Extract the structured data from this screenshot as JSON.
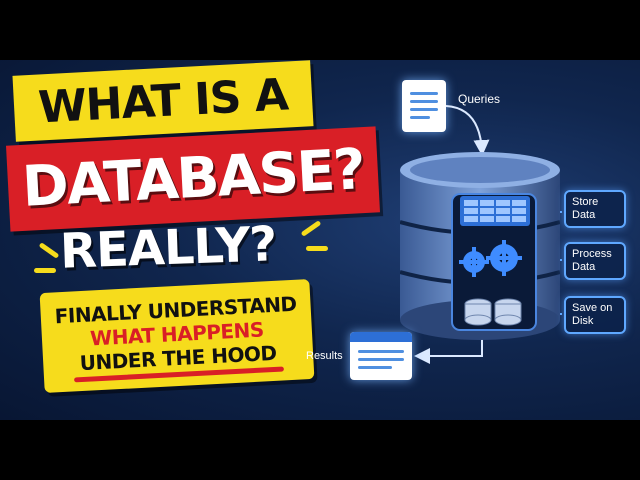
{
  "headline": {
    "line1": "WHAT IS A",
    "line2": "DATABASE?",
    "line3": "REALLY?"
  },
  "banner": {
    "line1": "FINALLY UNDERSTAND",
    "line2": "WHAT HAPPENS",
    "line3": "UNDER THE HOOD"
  },
  "diagram": {
    "input_label": "Queries",
    "output_label": "Results",
    "steps": [
      {
        "line1": "Store",
        "line2": "Data"
      },
      {
        "line1": "Process",
        "line2": "Data"
      },
      {
        "line1": "Save on",
        "line2": "Disk"
      }
    ]
  },
  "colors": {
    "accent_yellow": "#f6dc1c",
    "accent_red": "#d91f26",
    "background_navy": "#10264e",
    "glow_blue": "#5fa8ff"
  },
  "icons": [
    "document-icon",
    "database-cylinder-icon",
    "table-grid-icon",
    "gear-icon",
    "disk-stack-icon",
    "results-window-icon"
  ]
}
